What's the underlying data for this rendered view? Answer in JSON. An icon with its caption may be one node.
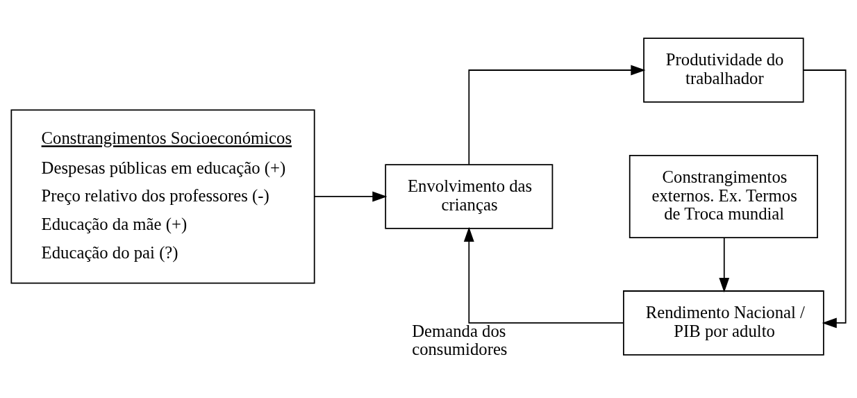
{
  "diagram": {
    "nodes": [
      {
        "text": [
          "Constrangimentos Socioeconómicos",
          "Despesas públicas em educação (+)",
          "Preço relativo dos professores (-)",
          "Educação da mãe (+)",
          "Educação do pai (?)"
        ]
      },
      {
        "text": [
          "Envolvimento das crianças"
        ]
      },
      {
        "text": [
          "Produtividade do trabalhador"
        ]
      },
      {
        "text": [
          "Rendimento Nacional / PIB por adulto"
        ]
      },
      {
        "text": [
          "Constrangimentos externos. Ex. Termos de Troca mundial"
        ]
      }
    ],
    "edges": [
      {
        "from": 0,
        "to": 1,
        "arrow": "to"
      },
      {
        "from": 1,
        "to": 2,
        "arrow": "to"
      },
      {
        "from": 2,
        "to": 3,
        "arrow": "to"
      },
      {
        "from": 3,
        "to": 1,
        "arrow": "to",
        "label": "Demanda dos consumidores"
      },
      {
        "from": 4,
        "to": 3,
        "arrow": "to"
      }
    ]
  }
}
